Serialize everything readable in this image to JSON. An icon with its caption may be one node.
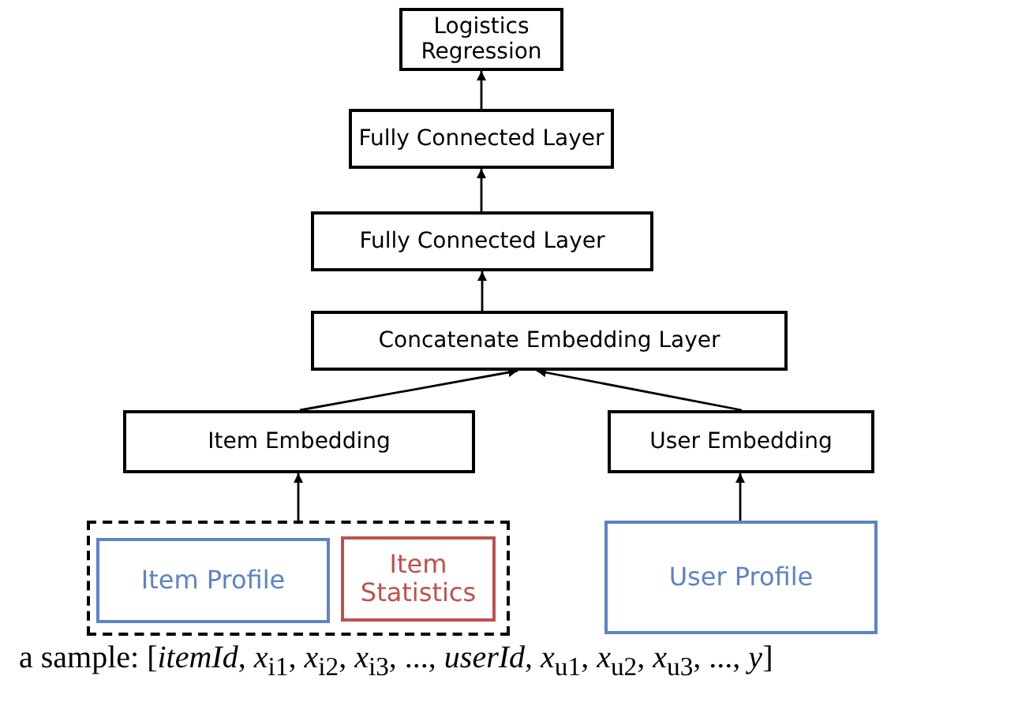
{
  "diagram": {
    "nodes": [
      {
        "text": [
          "Logistics Regression"
        ]
      },
      {
        "text": [
          "Fully Connected Layer"
        ]
      },
      {
        "text": [
          "Fully Connected Layer"
        ]
      },
      {
        "text": [
          "Concatenate Embedding Layer"
        ]
      },
      {
        "text": [
          "Item Embedding"
        ]
      },
      {
        "text": [
          "User Embedding"
        ]
      },
      {
        "text": [],
        "shape": "box"
      },
      {
        "text": [
          "Item Profile"
        ],
        "in": 6
      },
      {
        "text": [
          "Item Statistics"
        ],
        "in": 6
      },
      {
        "text": [
          "User Profile"
        ]
      }
    ],
    "edges": [
      {
        "from": 6,
        "to": 4,
        "arrow": "to"
      },
      {
        "from": 9,
        "to": 5,
        "arrow": "to"
      },
      {
        "from": 4,
        "to": 3,
        "arrow": "to"
      },
      {
        "from": 5,
        "to": 3,
        "arrow": "to"
      },
      {
        "from": 3,
        "to": 2,
        "arrow": "to"
      },
      {
        "from": 2,
        "to": 1,
        "arrow": "to"
      },
      {
        "from": 1,
        "to": 0,
        "arrow": "to"
      }
    ],
    "labels": [
      "a sample: [*itemId*, *x*$_{i1}$, *x*$_{i2}$, *x*$_{i3}$, ..., *userId*, *x*$_{u1}$, *x*$_{u2}$, *x*$_{u3}$, ..., *y*]"
    ]
  }
}
